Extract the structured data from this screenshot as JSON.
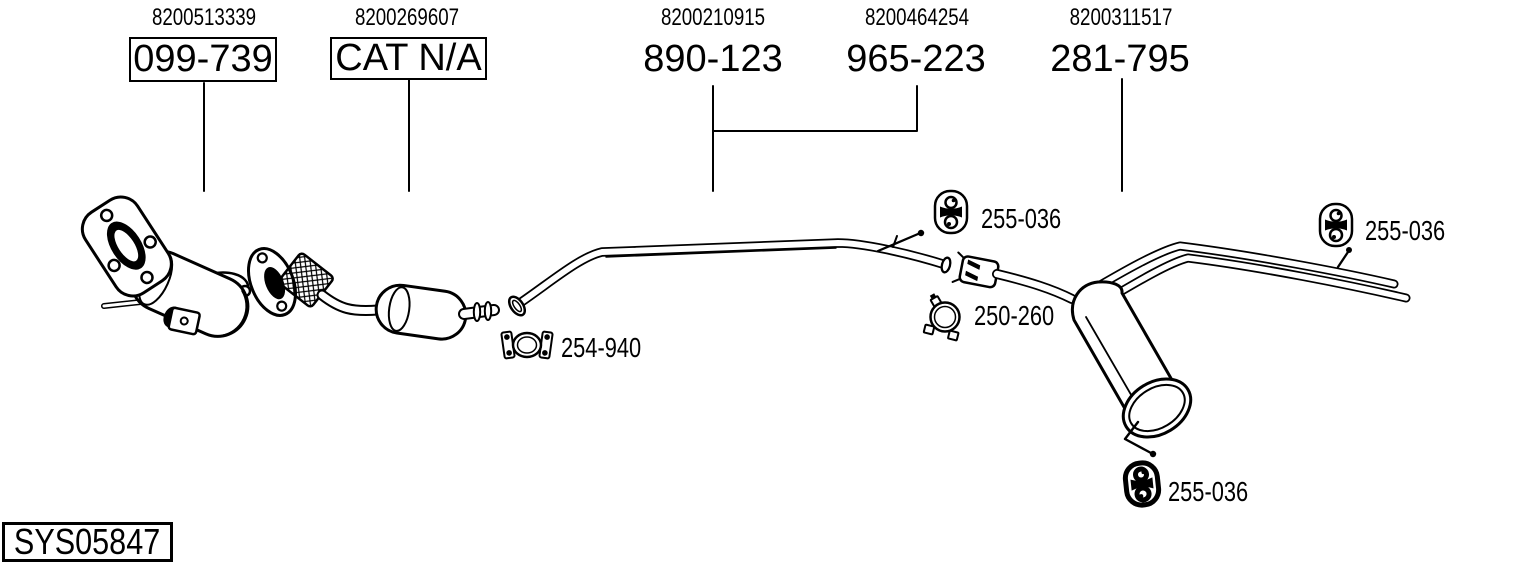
{
  "diagram": {
    "system_code": "SYS05847",
    "colors": {
      "ink": "#000000",
      "paper": "#ffffff"
    },
    "part_groups": [
      {
        "oem": "8200513339",
        "part": "099-739",
        "boxed": true
      },
      {
        "oem": "8200269607",
        "part": "CAT N/A",
        "boxed": true
      },
      {
        "oem": "8200210915",
        "part": "890-123",
        "boxed": false
      },
      {
        "oem": "8200464254",
        "part": "965-223",
        "boxed": false
      },
      {
        "oem": "8200311517",
        "part": "281-795",
        "boxed": false
      }
    ],
    "callouts": [
      {
        "part": "254-940"
      },
      {
        "part": "255-036"
      },
      {
        "part": "250-260"
      },
      {
        "part": "255-036"
      },
      {
        "part": "255-036"
      }
    ]
  }
}
